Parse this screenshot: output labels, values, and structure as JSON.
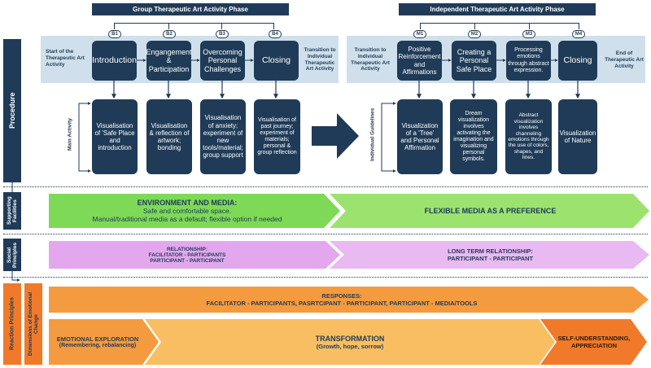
{
  "phases": {
    "group": "Group Therapeutic Art Activity Phase",
    "independent": "Independent Therapeutic Art Activity Phase"
  },
  "group_steps": [
    {
      "badge": "B1",
      "label": "Introduction"
    },
    {
      "badge": "B2",
      "label": "Engangement & Participation"
    },
    {
      "badge": "B3",
      "label": "Overcoming Personal Challenges"
    },
    {
      "badge": "B4",
      "label": "Closing"
    }
  ],
  "independent_steps": [
    {
      "badge": "M1",
      "label": "Positive Reinforcement and Affirmations"
    },
    {
      "badge": "M2",
      "label": "Creating a Personal Safe Place"
    },
    {
      "badge": "M3",
      "label": "Processing emotions through abstract expression."
    },
    {
      "badge": "M4",
      "label": "Closing"
    }
  ],
  "edge_labels": {
    "start": "Start of the Therapeutic Art Activity",
    "transition_out": "Transition to Individual Therapeutic Art Activity",
    "transition_in": "Transition to Individual Therapeutic Art Activity",
    "end": "End of Therapeutic Art Activity"
  },
  "group_activities": [
    "Visualisation of 'Safe Place and introduction",
    "Visualisation & reflection of artwork; bonding",
    "Visualisation of anxiety; experiment of new tools/material; group support",
    "Visualisation of past journey; experiment of materials; personal & group reflection"
  ],
  "independent_activities": [
    "Visualization of a 'Tree' and Personal Affirmation",
    "Dream visualization involves activating the imagination and visualizing personal symbols.",
    "Abstract visualization involves channeling emotions through the use of colors, shapes, and lines.",
    "Visualization of Nature"
  ],
  "row_labels": {
    "procedure": "Procedure",
    "main_activity": "Main Activity",
    "individual_guidelines": "Individual Guidelines",
    "supporting": "Supporting Facilities",
    "social": "Social Principles",
    "reaction": "Reaction Principles",
    "dimensions": "Dimensions of Emotional Change"
  },
  "supporting": {
    "left_title": "ENVIRONMENT AND MEDIA:",
    "left_line1": "Safe and comfortable space.",
    "left_line2": "Manual/traditional media as a default; flexible option if needed",
    "right": "FLEXIBLE MEDIA AS A PREFERENCE"
  },
  "social": {
    "left_title": "RELATIONSHIP:",
    "left_line1": "FACILITATOR - PARTICIPANTS",
    "left_line2": "PARTICIPANT - PARTICIPANT",
    "right_title": "LONG TERM RELATIONSHIP:",
    "right_line1": "PARTICIPANT - PARTICIPANT"
  },
  "responses": {
    "title": "RESPONSES:",
    "line": "FACILITATOR - PARTICIPANTS, PASRTCIPANT - PARTICIPANT, PARTICIPANT - MEDIA/TOOLS"
  },
  "emotional": {
    "stage1_title": "EMOTIONAL EXPLORATION",
    "stage1_sub": "(Remembering, rebalancing)",
    "stage2_title": "TRANSFORMATION",
    "stage2_sub": "(Growth, hope, sorrow)",
    "stage3_title": "SELF-UNDERSTANDING, APPRECIATION"
  },
  "colors": {
    "navy": "#1f3b57",
    "panel": "#cfe0ec",
    "green": "#7ed957",
    "green_light": "#9be36e",
    "lavender": "#e3a7ee",
    "lavender_light": "#e9b9f1",
    "orange": "#f59b3f",
    "orange_dark": "#f07a2a",
    "orange_light": "#f9be62"
  }
}
